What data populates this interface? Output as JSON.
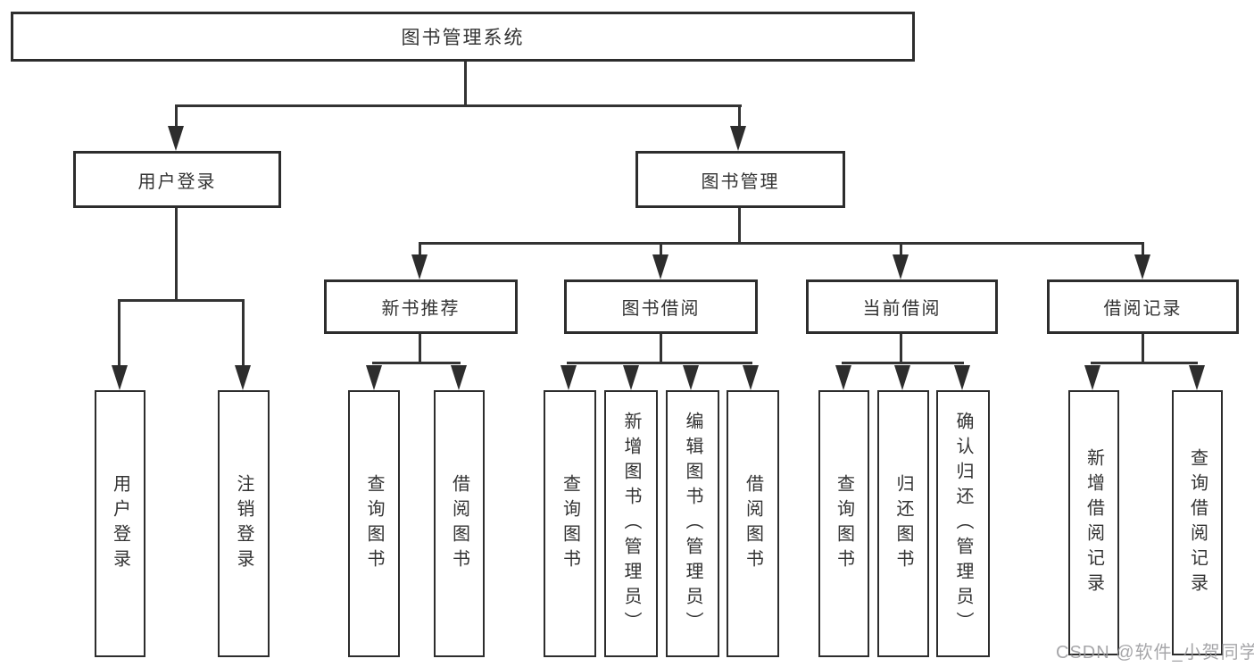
{
  "diagram": {
    "root": {
      "label": "图书管理系统"
    },
    "branches": [
      {
        "label": "用户登录",
        "leaves": [
          {
            "label": "用户登录"
          },
          {
            "label": "注销登录"
          }
        ]
      },
      {
        "label": "图书管理",
        "sections": [
          {
            "label": "新书推荐",
            "leaves": [
              {
                "label": "查询图书"
              },
              {
                "label": "借阅图书"
              }
            ]
          },
          {
            "label": "图书借阅",
            "leaves": [
              {
                "label": "查询图书"
              },
              {
                "label": "新增图书（管理员）"
              },
              {
                "label": "编辑图书（管理员）"
              },
              {
                "label": "借阅图书"
              }
            ]
          },
          {
            "label": "当前借阅",
            "leaves": [
              {
                "label": "查询图书"
              },
              {
                "label": "归还图书"
              },
              {
                "label": "确认归还（管理员）"
              }
            ]
          },
          {
            "label": "借阅记录",
            "leaves": [
              {
                "label": "新增借阅记录"
              },
              {
                "label": "查询借阅记录"
              }
            ]
          }
        ]
      }
    ]
  },
  "watermark": {
    "text": "CSDN @软件_小贺同学"
  },
  "colors": {
    "background": "#ffffff",
    "line": "#333333",
    "box_border": "#2d2d2d",
    "text": "#333333",
    "watermark": "#96969a"
  }
}
